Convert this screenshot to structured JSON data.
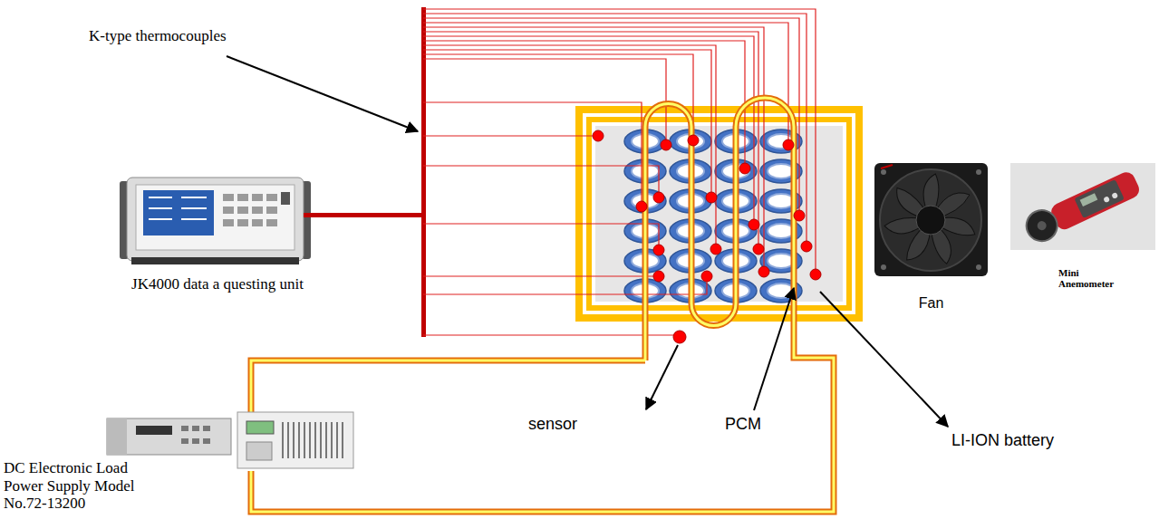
{
  "diagram": {
    "nodes": [
      {
        "text": [
          "JK4000 data a questing unit"
        ]
      },
      {
        "text": [
          "DC Electronic Load Power Supply Model No.72-13200"
        ]
      },
      {
        "text": [
          "Fan"
        ]
      },
      {
        "text": [
          "Mini Anemometer"
        ]
      }
    ],
    "labels": [
      "K-type thermocouples",
      "sensor",
      "PCM",
      "LI-ION battery"
    ]
  }
}
